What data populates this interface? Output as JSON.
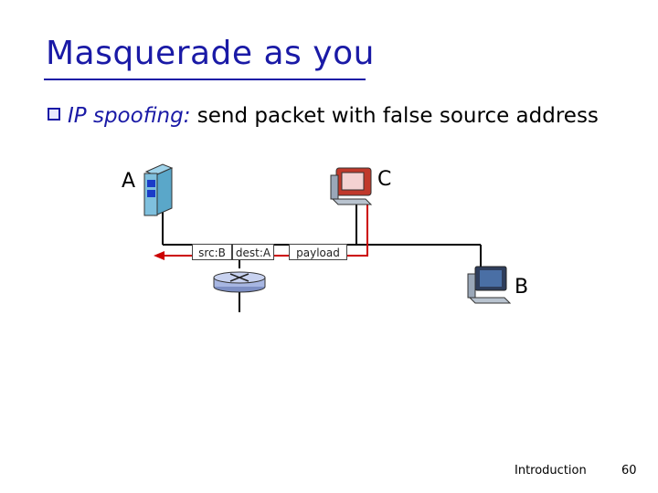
{
  "slide": {
    "title": "Masquerade as you",
    "bullet": {
      "lead": "IP spoofing:",
      "rest": " send packet with false source address"
    },
    "hosts": {
      "a": "A",
      "b": "B",
      "c": "C"
    },
    "packet": {
      "src": "src:B",
      "dest": "dest:A",
      "payload": "payload"
    },
    "footer": {
      "section": "Introduction",
      "page": "60"
    }
  },
  "colors": {
    "title": "#1a1aa6",
    "spoof_path": "#cc0000",
    "line": "#000000"
  }
}
